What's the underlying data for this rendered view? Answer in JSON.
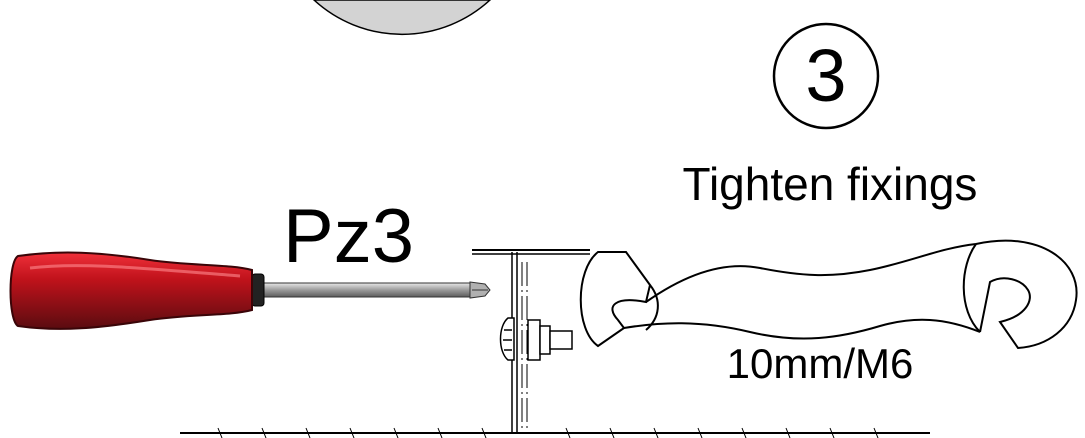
{
  "step": {
    "number": "3",
    "title": "Tighten fixings"
  },
  "tools": {
    "screwdriver_bit": "Pz3",
    "spanner_size": "10mm/M6"
  },
  "colors": {
    "handle": "#c0121b",
    "handle_dark": "#5a0c10",
    "disc": "#d3d3d3",
    "line": "#000000"
  }
}
